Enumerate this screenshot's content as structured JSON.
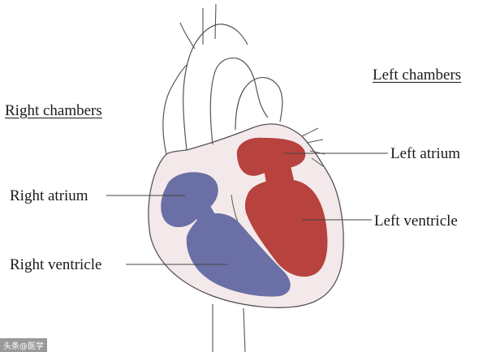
{
  "headings": {
    "left": "Left chambers",
    "right": "Right chambers"
  },
  "labels": {
    "left_atrium": "Left atrium",
    "left_ventricle": "Left ventricle",
    "right_atrium": "Right atrium",
    "right_ventricle": "Right ventricle"
  },
  "colors": {
    "right_chambers": "#6a6fa5",
    "left_chambers": "#b8423e",
    "heart_wall": "#f4e9ea",
    "outline": "#555555",
    "leader_line": "#444444"
  },
  "watermark": "头条@医学"
}
